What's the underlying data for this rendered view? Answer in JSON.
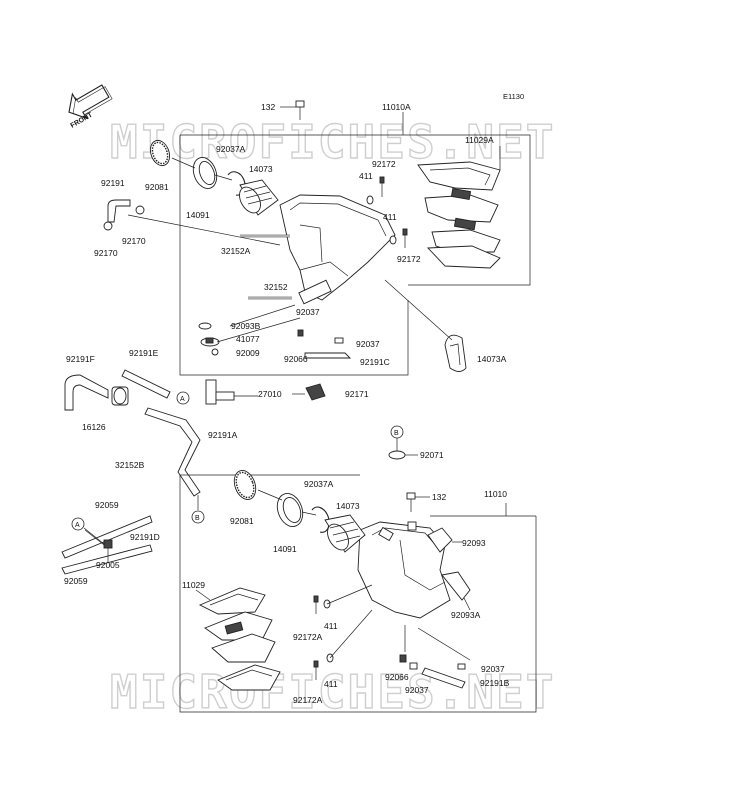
{
  "diagram_code": "E1130",
  "front_label": "FRONT",
  "watermark": "MICROFICHES.NET",
  "callouts": {
    "a": "A",
    "b": "B"
  },
  "labels": {
    "l132_top": "132",
    "l11010A": "11010A",
    "l11029A": "11029A",
    "l92037A_top": "92037A",
    "l14073_top": "14073",
    "l92172_top": "92172",
    "l411_top1": "411",
    "l411_top2": "411",
    "l92172_top2": "92172",
    "l92081_top": "92081",
    "l14091_top": "14091",
    "l92191": "92191",
    "l92170_a": "92170",
    "l92170_b": "92170",
    "l32152A_top": "32152A",
    "l32152": "32152",
    "l92037_a": "92037",
    "l92093B": "92093B",
    "l41077": "41077",
    "l92009": "92009",
    "l92066_top": "92066",
    "l92037_b": "92037",
    "l92191C": "92191C",
    "l14073A": "14073A",
    "l92191F": "92191F",
    "l92191E": "92191E",
    "l27010": "27010",
    "l92171": "92171",
    "l16126": "16126",
    "l92191A": "92191A",
    "l32152B": "32152B",
    "l92071": "92071",
    "l132_bot": "132",
    "l11010": "11010",
    "l92037A_bot": "92037A",
    "l14073_bot": "14073",
    "l92081_bot": "92081",
    "l14091_bot": "14091",
    "l92093": "92093",
    "l92059_top": "92059",
    "l92191D": "92191D",
    "l92005": "92005",
    "l92059_bot": "92059",
    "l11029": "11029",
    "l92093A": "92093A",
    "l411_bot1": "411",
    "l92172A_1": "92172A",
    "l411_bot2": "411",
    "l92172A_2": "92172A",
    "l92066_bot": "92066",
    "l92037_c": "92037",
    "l92037_d": "92037",
    "l92191B": "92191B"
  }
}
